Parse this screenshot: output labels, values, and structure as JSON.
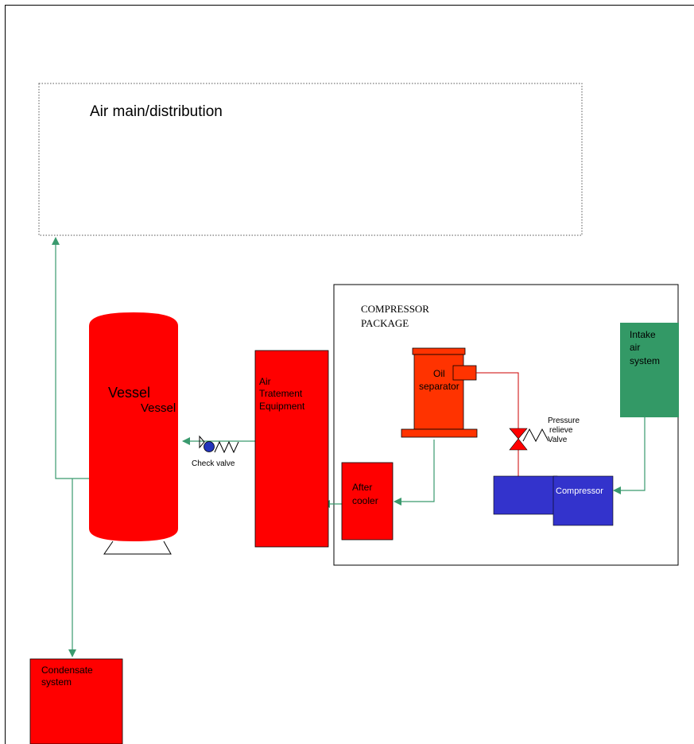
{
  "diagram": {
    "air_main": {
      "label": "Air main/distribution"
    },
    "compressor_package": {
      "line1": "COMPRESSOR",
      "line2": "PACKAGE"
    },
    "vessel": {
      "label_primary": "Vessel",
      "label_secondary": "Vessel"
    },
    "air_treatment": {
      "line1": "Air",
      "line2": "Tratement",
      "line3": "Equipment"
    },
    "oil_separator": {
      "line1": "Oil",
      "line2": "separator"
    },
    "pressure_valve": {
      "line1": "Pressure",
      "line2": "relieve",
      "line3": "Valve"
    },
    "intake": {
      "line1": "Intake",
      "line2": "air",
      "line3": "system"
    },
    "compressor": {
      "label": "Compressor"
    },
    "after_cooler": {
      "line1": "After",
      "line2": "cooler"
    },
    "check_valve": {
      "label": "Check valve"
    },
    "condensate": {
      "line1": "Condensate",
      "line2": "system"
    },
    "colors": {
      "flow_line": "#3a9a6e",
      "vessel_red": "#ff0000",
      "separator_orange": "#ff3300",
      "compressor_blue": "#3333cc",
      "intake_green": "#339966",
      "valve_line": "#cc0000"
    }
  }
}
